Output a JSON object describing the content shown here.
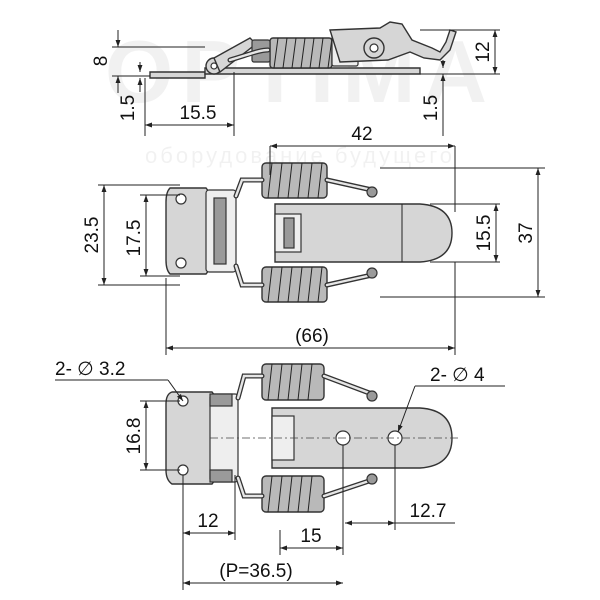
{
  "watermark": {
    "brand": "OPTIMA",
    "tagline": "оборудование будущего"
  },
  "dimensions": {
    "top_height_left": "8",
    "top_height_right": "12",
    "top_thickness_left": "1.5",
    "top_thickness_right": "1.5",
    "top_hook_offset": "15.5",
    "mid_reach": "42",
    "mid_base_height_outer": "23.5",
    "mid_base_height_inner": "17.5",
    "mid_hook_width": "15.5",
    "mid_total_height": "37",
    "mid_overall_length": "(66)",
    "bot_base_holes": "2- ∅ 3.2",
    "bot_hook_holes": "2- ∅ 4",
    "bot_base_hole_pitch": "16.8",
    "bot_base_hole_to_pivot": "12",
    "bot_hook_hole_pitch": "15",
    "bot_hook_hole_to_edge": "12.7",
    "bot_pitch": "(P=36.5)"
  }
}
